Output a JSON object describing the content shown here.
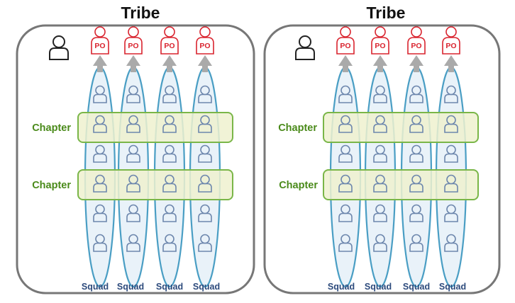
{
  "tribes": [
    {
      "title": "Tribe",
      "chapters": [
        "Chapter",
        "Chapter"
      ],
      "squads": [
        "Squad",
        "Squad",
        "Squad",
        "Squad"
      ],
      "po_labels": [
        "PO",
        "PO",
        "PO",
        "PO"
      ]
    },
    {
      "title": "Tribe",
      "chapters": [
        "Chapter",
        "Chapter"
      ],
      "squads": [
        "Squad",
        "Squad",
        "Squad",
        "Squad"
      ],
      "po_labels": [
        "PO",
        "PO",
        "PO",
        "PO"
      ]
    }
  ],
  "colors": {
    "squad_outline": "#4a9ec4",
    "squad_fill": "#e9f2f9",
    "chapter_outline": "#7ab648",
    "chapter_fill": "#eef1cf",
    "member_outline": "#6d87ad",
    "po_outline": "#d9232e",
    "arrow": "#aaaaaa",
    "tribe_border": "#777777",
    "chapter_text": "#4a8a1a",
    "squad_text": "#2c4a7c"
  },
  "members_per_squad": 6
}
